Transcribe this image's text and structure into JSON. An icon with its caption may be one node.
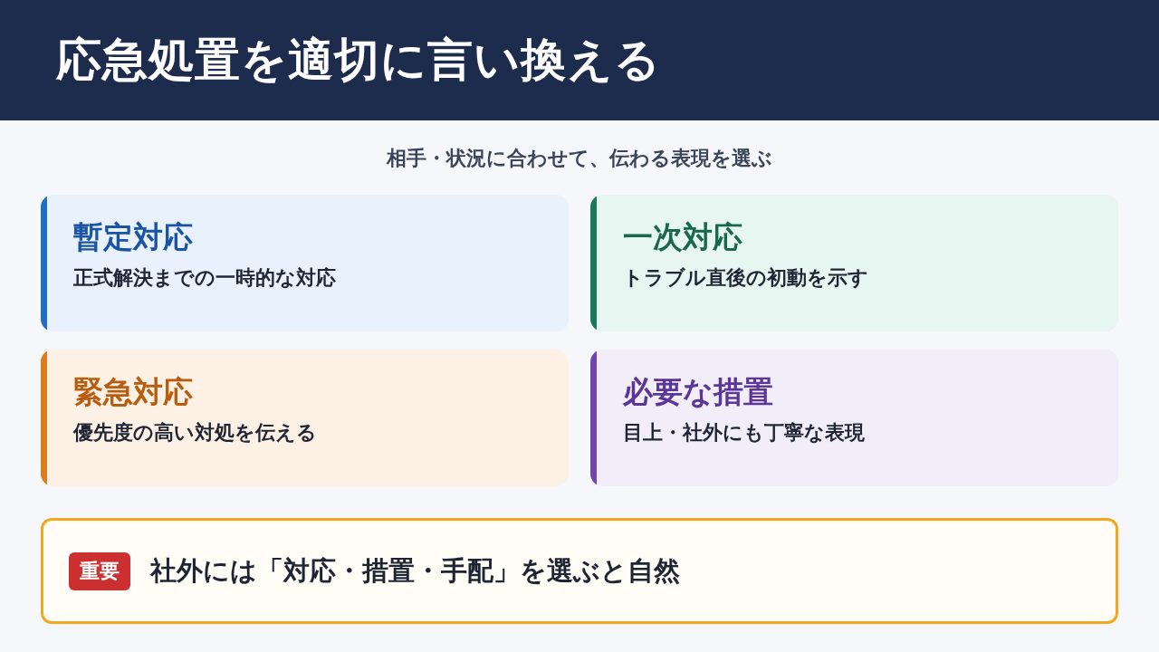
{
  "diagram": {
    "title": "応急処置を適切に言い換える",
    "nodes": [
      {
        "text": [
          "暫定対応",
          "正式解決までの一時的な対応"
        ]
      },
      {
        "text": [
          "一次対応",
          "トラブル直後の初動を示す"
        ]
      },
      {
        "text": [
          "緊急対応",
          "優先度の高い対処を伝える"
        ]
      },
      {
        "text": [
          "必要な措置",
          "目上・社外にも丁寧な表現"
        ]
      },
      {
        "text": [
          "社外には「対応・措置・手配」を選ぶと自然"
        ]
      },
      {
        "text": [
          "重要"
        ],
        "in": 4
      }
    ],
    "labels": [
      "相手・状況に合わせて、伝わる表現を選ぶ"
    ]
  }
}
